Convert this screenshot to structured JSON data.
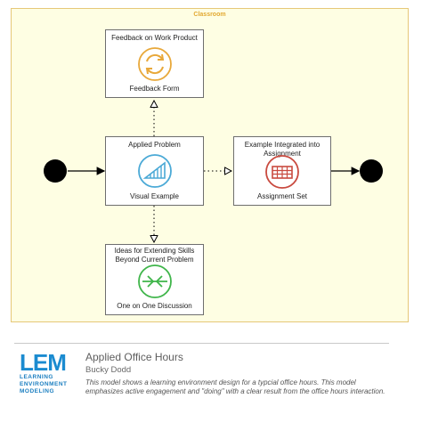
{
  "diagram": {
    "container_label": "Classroom",
    "nodes": {
      "feedback": {
        "title": "Feedback on Work Product",
        "subtitle": "Feedback Form",
        "icon": "cycle-icon",
        "color": "#e8a83a"
      },
      "applied": {
        "title": "Applied Problem",
        "subtitle": "Visual Example",
        "icon": "staircase-chart-icon",
        "color": "#4aa9d6"
      },
      "integrated": {
        "title": "Example Integrated into Assignment",
        "subtitle": "Assignment Set",
        "icon": "grid-table-icon",
        "color": "#c94a3f"
      },
      "extending": {
        "title": "Ideas for Extending Skills Beyond Current Problem",
        "subtitle": "One on One Discussion",
        "icon": "converging-arrows-icon",
        "color": "#3fb54a"
      }
    },
    "edges": [
      {
        "from": "start",
        "to": "applied",
        "style": "solid"
      },
      {
        "from": "applied",
        "to": "feedback",
        "style": "dotted"
      },
      {
        "from": "applied",
        "to": "integrated",
        "style": "dotted"
      },
      {
        "from": "applied",
        "to": "extending",
        "style": "dotted"
      },
      {
        "from": "integrated",
        "to": "end",
        "style": "solid"
      }
    ]
  },
  "footer": {
    "logo_mark": "LEM",
    "logo_lines": [
      "LEARNING",
      "ENVIRONMENT",
      "MODELING"
    ],
    "title": "Applied Office Hours",
    "author": "Bucky Dodd",
    "description": "This model shows a learning environment design for a typcial office hours. This model emphasizes active engagement and \"doing\" with a clear result from the office hours interaction."
  }
}
